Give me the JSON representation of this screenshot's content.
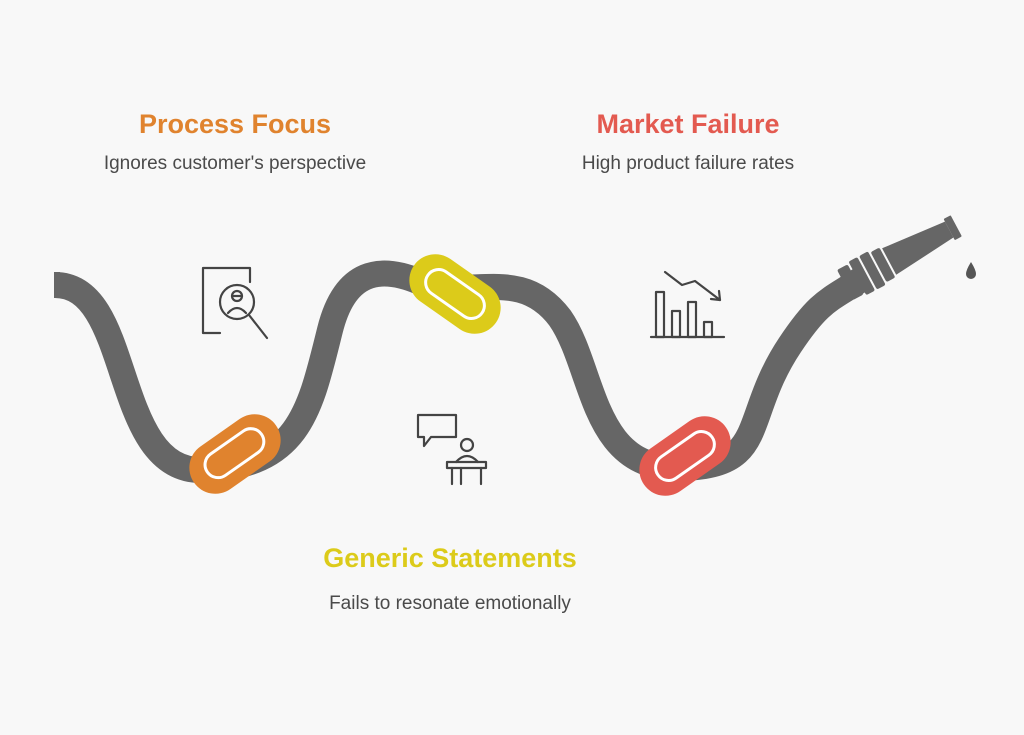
{
  "colors": {
    "background": "#f8f8f8",
    "hose": "#666666",
    "process": "#E0832E",
    "generic": "#DCCB1A",
    "market": "#E35A50",
    "icon": "#444444",
    "text": "#4a4a4a"
  },
  "items": [
    {
      "id": "process",
      "title": "Process Focus",
      "description": "Ignores customer's perspective",
      "icon": "profile-search-icon"
    },
    {
      "id": "generic",
      "title": "Generic Statements",
      "description": "Fails to resonate emotionally",
      "icon": "speaker-podium-icon"
    },
    {
      "id": "market",
      "title": "Market Failure",
      "description": "High product failure rates",
      "icon": "declining-chart-icon"
    }
  ]
}
